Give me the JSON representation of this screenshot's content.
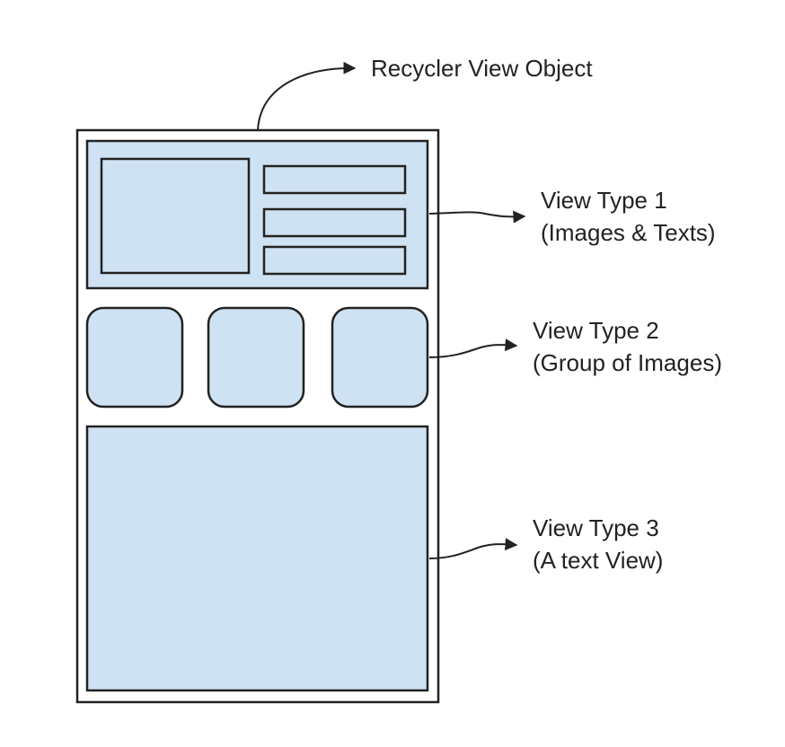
{
  "colors": {
    "fill": "#cfe2f3",
    "stroke": "#222222",
    "background": "#ffffff"
  },
  "labels": {
    "recycler": "Recycler View Object",
    "type1_line1": "View Type 1",
    "type1_line2": "(Images & Texts)",
    "type2_line1": "View Type 2",
    "type2_line2": "(Group of Images)",
    "type3_line1": "View Type 3",
    "type3_line2": "(A text View)"
  }
}
